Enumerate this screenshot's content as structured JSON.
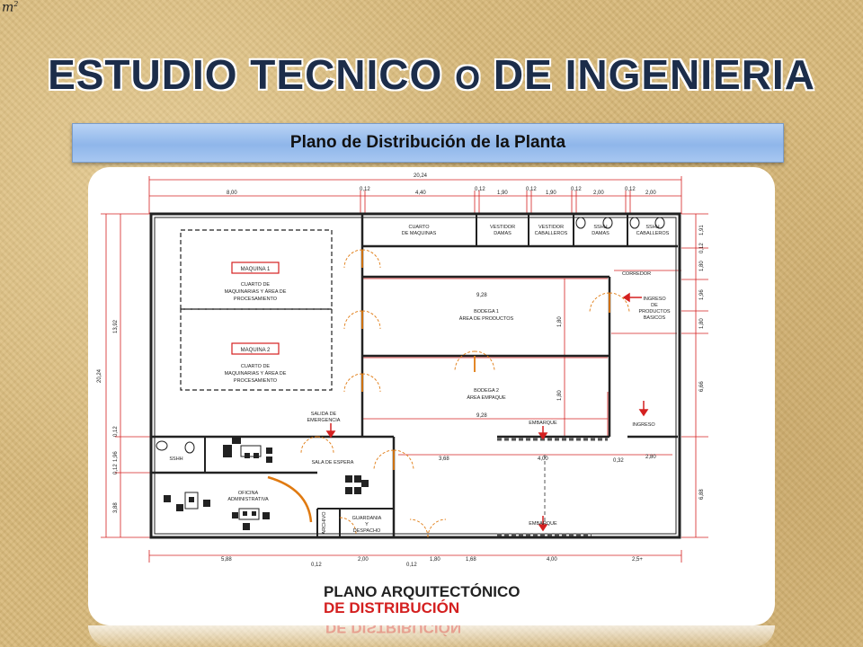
{
  "slide": {
    "corner_symbol": "m",
    "corner_symbol_sup": "2",
    "title_part1": "ESTUDIO TECNICO ",
    "title_o": "O",
    "title_part2": " DE INGENIERIA",
    "subtitle": "Plano de Distribución de la Planta"
  },
  "plan": {
    "caption_line1": "PLANO ARQUITECTÓNICO",
    "caption_line2": "DE DISTRIBUCIÓN",
    "top_dims": [
      "20,24",
      "8,00",
      "0,12",
      "4,40",
      "0,12",
      "1,90",
      "0,12",
      "1,90",
      "0,12",
      "2,00",
      "0,12",
      "2,00"
    ],
    "bottom_dims": [
      "5,88",
      "0,12",
      "2,00",
      "0,12",
      "1,80",
      "1,68",
      "4,00",
      "2,5+"
    ],
    "left_dims": [
      "20,24",
      "13,92",
      "0,12",
      "1,96",
      "0,12",
      "3,88"
    ],
    "right_dims": [
      "1,91",
      "0,12",
      "1,80",
      "1,96",
      "1,80",
      "6,66",
      "6,88"
    ],
    "inner_dims": [
      "9,28",
      "9,28",
      "3,68",
      "4,00",
      "2,80",
      "0,32",
      "1,80",
      "1,80"
    ],
    "rooms": {
      "maquina1": "MAQUINA 1",
      "maquina2": "MAQUINA 2",
      "cuarto1_l1": "CUARTO DE",
      "cuarto1_l2": "MAQUINARIAS Y ÁREA DE",
      "cuarto1_l3": "PROCESAMIENTO",
      "cuarto2_l1": "CUARTO DE",
      "cuarto2_l2": "MAQUINARIAS Y ÁREA DE",
      "cuarto2_l3": "PROCESAMIENTO",
      "cuarto_maq_l1": "CUARTO",
      "cuarto_maq_l2": "DE MAQUINAS",
      "vest_damas_l1": "VESTIDOR",
      "vest_damas_l2": "DAMAS",
      "vest_cab_l1": "VESTIDOR",
      "vest_cab_l2": "CABALLEROS",
      "sshh_damas_l1": "SSHH",
      "sshh_damas_l2": "DAMAS",
      "sshh_cab_l1": "SSHH",
      "sshh_cab_l2": "CABALLEROS",
      "corredor": "CORREDOR",
      "bodega1_l1": "BODEGA 1",
      "bodega1_l2": "ÁREA DE PRODUCTOS",
      "bodega2_l1": "BODEGA 2",
      "bodega2_l2": "ÁREA EMPAQUE",
      "ingreso_prod_l1": "INGRESO",
      "ingreso_prod_l2": "DE",
      "ingreso_prod_l3": "PRODUCTOS",
      "ingreso_prod_l4": "BASICOS",
      "ingreso": "INGRESO",
      "salida_l1": "SALIDA DE",
      "salida_l2": "EMERGENCIA",
      "embarque1": "EMBARQUE",
      "embarque2": "EMBARQUE",
      "sshh_small": "SSHH",
      "sala_espera": "SALA DE ESPERA",
      "oficina_l1": "OFICINA",
      "oficina_l2": "ADMINISTRATIVA",
      "archivo": "ARCHIVO",
      "guardania_l1": "GUARDANIA",
      "guardania_l2": "Y",
      "guardania_l3": "DESPACHO"
    }
  },
  "colors": {
    "wall": "#222222",
    "dim_red": "#d42020",
    "door_orange": "#e07a10",
    "title_navy": "#1c2d4a"
  }
}
